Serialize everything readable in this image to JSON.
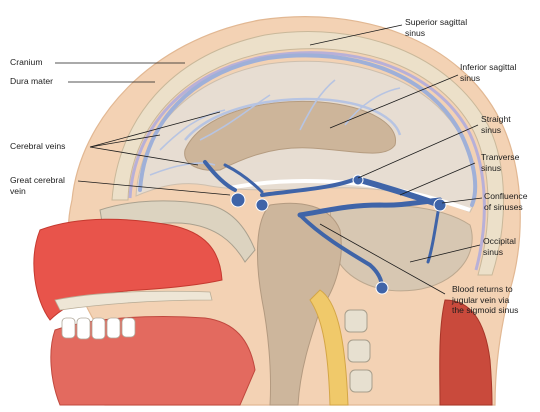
{
  "labels": {
    "cranium": "Cranium",
    "dura_mater": "Dura mater",
    "cerebral_veins": "Cerebral veins",
    "great_cerebral_vein": "Great cerebral\nvein",
    "superior_sagittal_sinus": "Superior sagittal\nsinus",
    "inferior_sagittal_sinus": "Inferior sagittal\nsinus",
    "straight_sinus": "Straight\nsinus",
    "transverse_sinus": "Tranverse\nsinus",
    "confluence_of_sinuses": "Confluence\nof sinuses",
    "occipital_sinus": "Occipital\nsinus",
    "blood_returns": "Blood returns to\njugular vein via\nthe sigmoid sinus"
  },
  "colors": {
    "skin": "#f3d2b4",
    "bone": "#e4dccb",
    "brain": "#d9ccb8",
    "ventricle": "#c8ad90",
    "sinus_blue": "#3f64a8",
    "vein_pale": "#b7c4e2",
    "nasal_red": "#e8544b",
    "muscle_red": "#c94a3c",
    "spinal_yellow": "#f0c96a"
  }
}
